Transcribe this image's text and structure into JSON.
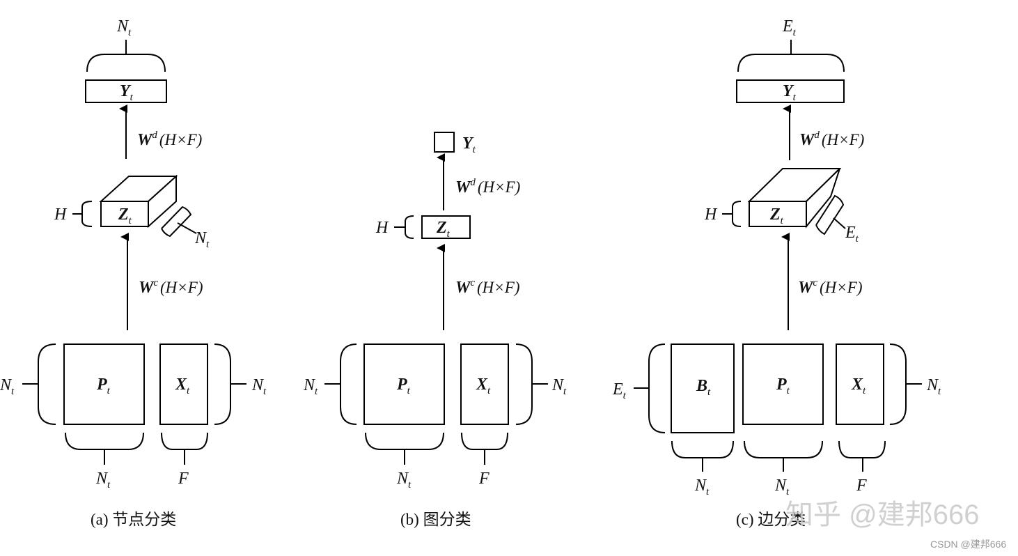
{
  "labels": {
    "N": "N",
    "E": "E",
    "H": "H",
    "F": "F",
    "t": "t",
    "Y": "Y",
    "Z": "Z",
    "P": "P",
    "X": "X",
    "B": "B",
    "W": "W",
    "c": "c",
    "d": "d",
    "dims": "(H×F)"
  },
  "captions": {
    "a": "(a)  节点分类",
    "b": "(b)  图分类",
    "c": "(c)  边分类"
  },
  "watermark": "知乎 @建邦666",
  "csdn": "CSDN @建邦666"
}
